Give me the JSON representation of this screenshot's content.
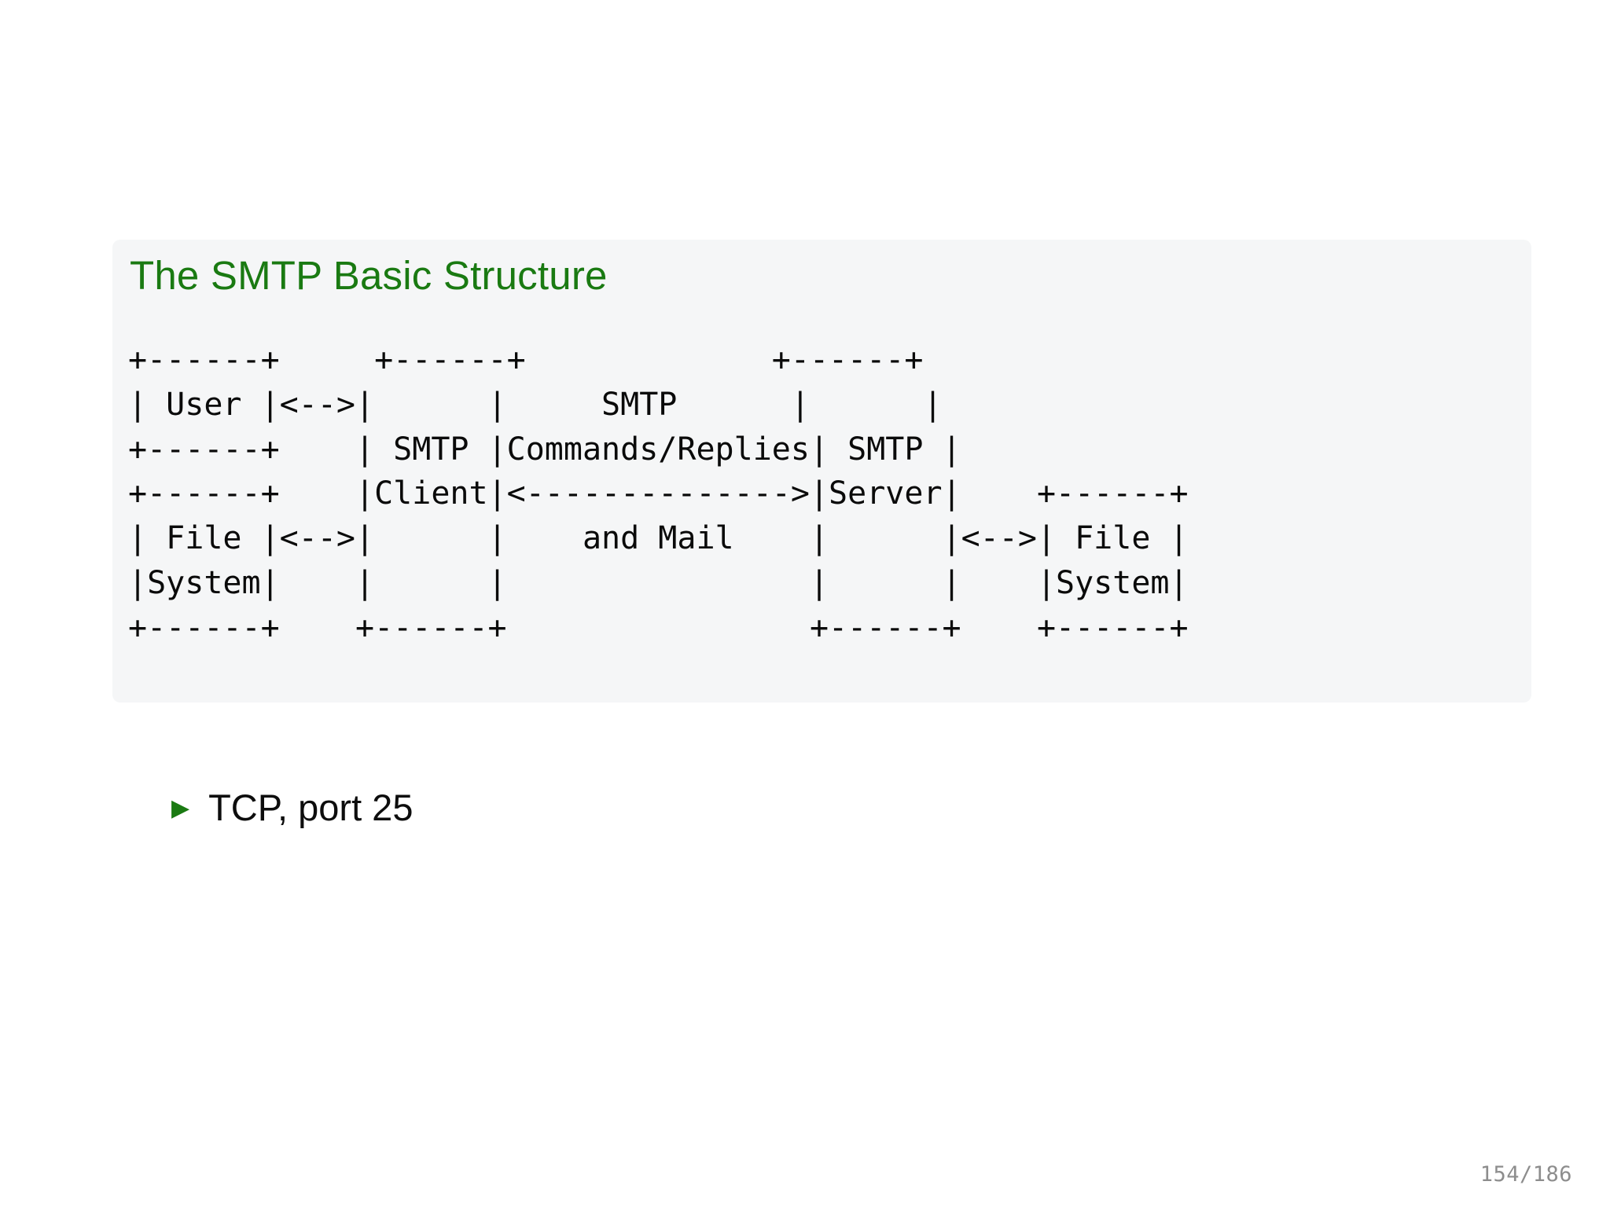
{
  "slide": {
    "background_color": "#ffffff",
    "accent_color": "#1a7a12",
    "block_background_color": "#f5f6f7",
    "text_color": "#0a0a0a"
  },
  "block": {
    "title": "The SMTP Basic Structure",
    "ascii_diagram": "+------+     +------+             +------+\n| User |<-->|      |     SMTP      |      |\n+------+    | SMTP |Commands/Replies| SMTP |\n+------+    |Client|<-------------->|Server|    +------+\n| File |<-->|      |    and Mail    |      |<-->| File |\n|System|    |      |                |      |    |System|\n+------+    +------+                +------+    +------+",
    "ascii_lines": [
      "+------+     +------+             +------+",
      "| User |<-->|      |     SMTP      |      |",
      "+------+    | SMTP |Commands/Replies| SMTP |",
      "+------+    |Client|<-------------->|Server|    +------+",
      "| File |<-->|      |    and Mail    |      |<-->| File |",
      "|System|    |      |                |      |    |System|",
      "+------+    +------+                +------+    +------+"
    ]
  },
  "bullets": [
    {
      "marker": "▶",
      "text": "TCP, port 25"
    }
  ],
  "footer": {
    "page_number": "154/186",
    "current_page": "154",
    "total_pages": "186"
  }
}
